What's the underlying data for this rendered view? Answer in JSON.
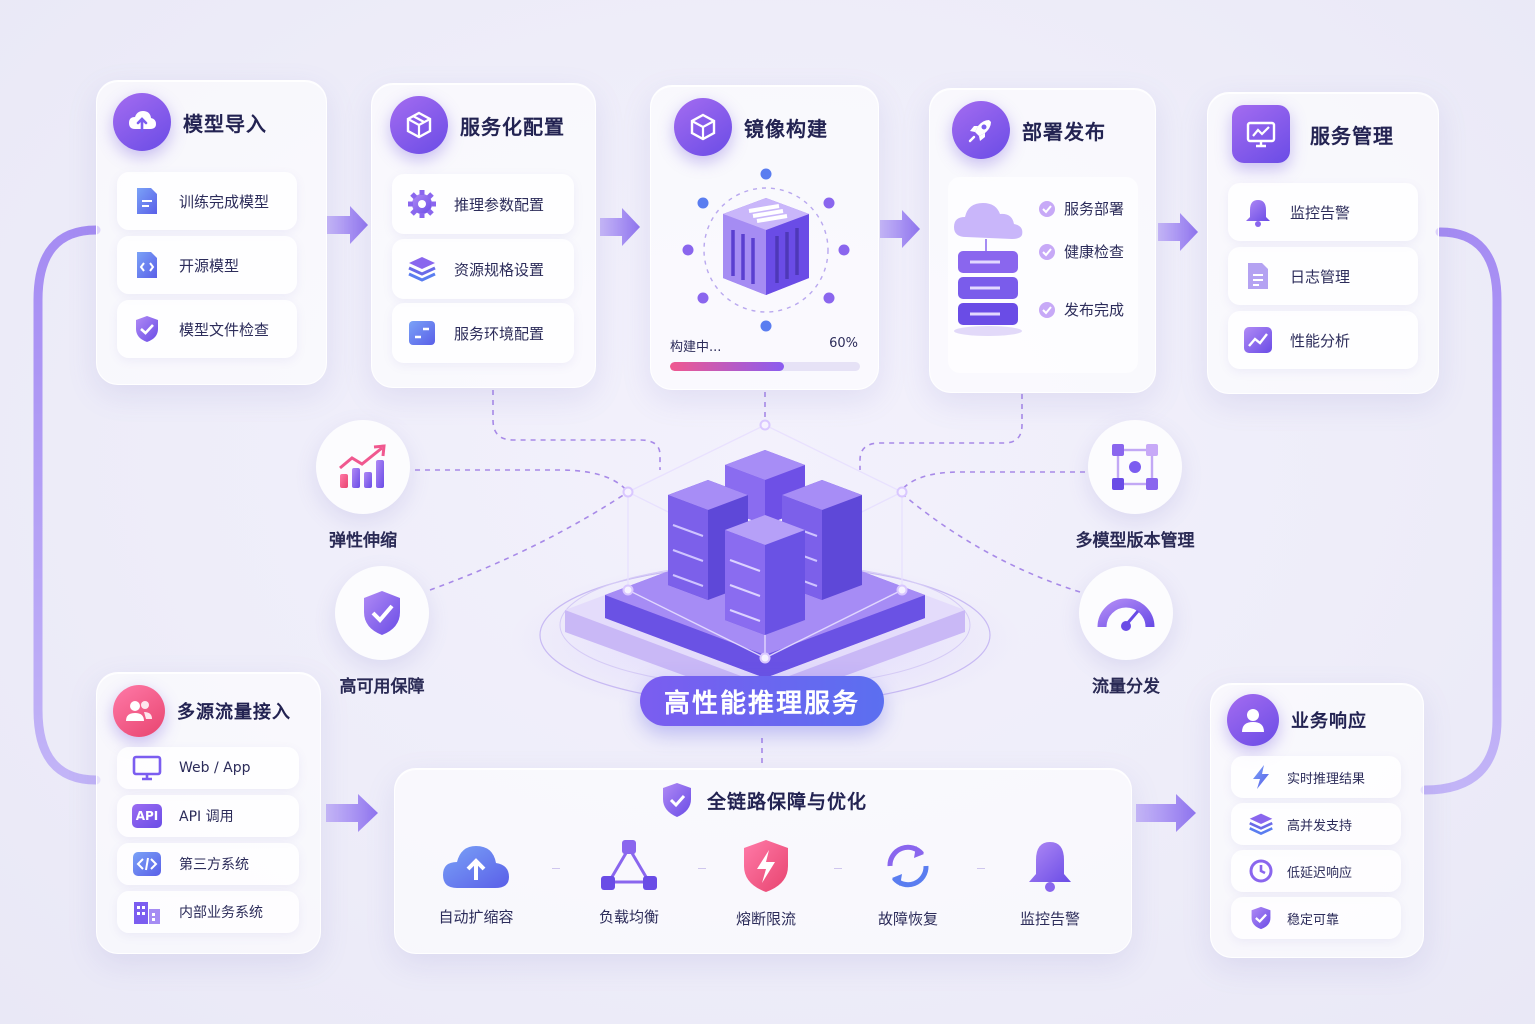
{
  "colors": {
    "accent": "#7b5df0",
    "accent_dark": "#5b3fd6",
    "accent_light": "#a98cf3",
    "pink": "#f0588f",
    "blue": "#5a7df0"
  },
  "steps": [
    {
      "title": "模型导入",
      "icon": "cloud-upload-icon",
      "items": [
        {
          "label": "训练完成模型",
          "icon": "document-icon"
        },
        {
          "label": "开源模型",
          "icon": "code-file-icon"
        },
        {
          "label": "模型文件检查",
          "icon": "shield-check-icon"
        }
      ]
    },
    {
      "title": "服务化配置",
      "icon": "box-icon",
      "items": [
        {
          "label": "推理参数配置",
          "icon": "gear-icon"
        },
        {
          "label": "资源规格设置",
          "icon": "layers-icon"
        },
        {
          "label": "服务环境配置",
          "icon": "config-file-icon"
        }
      ]
    },
    {
      "title": "镜像构建",
      "icon": "cube-icon",
      "progress": {
        "label": "构建中...",
        "percent_text": "60%",
        "value": 0.6
      }
    },
    {
      "title": "部署发布",
      "icon": "rocket-icon",
      "checks": [
        "服务部署",
        "健康检查",
        "发布完成"
      ]
    },
    {
      "title": "服务管理",
      "icon": "monitor-chart-icon",
      "items": [
        {
          "label": "监控告警",
          "icon": "bell-icon"
        },
        {
          "label": "日志管理",
          "icon": "log-file-icon"
        },
        {
          "label": "性能分析",
          "icon": "trend-chart-icon"
        }
      ]
    }
  ],
  "center": {
    "label": "高性能推理服务"
  },
  "features": {
    "elastic": "弹性伸缩",
    "high_availability": "高可用保障",
    "multi_version": "多模型版本管理",
    "traffic": "流量分发"
  },
  "traffic_sources": {
    "title": "多源流量接入",
    "items": [
      {
        "label": "Web / App",
        "icon": "monitor-icon"
      },
      {
        "label": "API 调用",
        "icon": "api-icon",
        "badge": "API"
      },
      {
        "label": "第三方系统",
        "icon": "code-icon"
      },
      {
        "label": "内部业务系统",
        "icon": "building-icon"
      }
    ]
  },
  "optimization": {
    "title": "全链路保障与优化",
    "items": [
      {
        "label": "自动扩缩容",
        "icon": "cloud-upload-icon"
      },
      {
        "label": "负载均衡",
        "icon": "network-icon"
      },
      {
        "label": "熔断限流",
        "icon": "lightning-shield-icon"
      },
      {
        "label": "故障恢复",
        "icon": "refresh-icon"
      },
      {
        "label": "监控告警",
        "icon": "bell-icon"
      }
    ]
  },
  "response": {
    "title": "业务响应",
    "items": [
      {
        "label": "实时推理结果",
        "icon": "lightning-icon"
      },
      {
        "label": "高并发支持",
        "icon": "layers-icon"
      },
      {
        "label": "低延迟响应",
        "icon": "clock-icon"
      },
      {
        "label": "稳定可靠",
        "icon": "shield-check-icon"
      }
    ]
  }
}
